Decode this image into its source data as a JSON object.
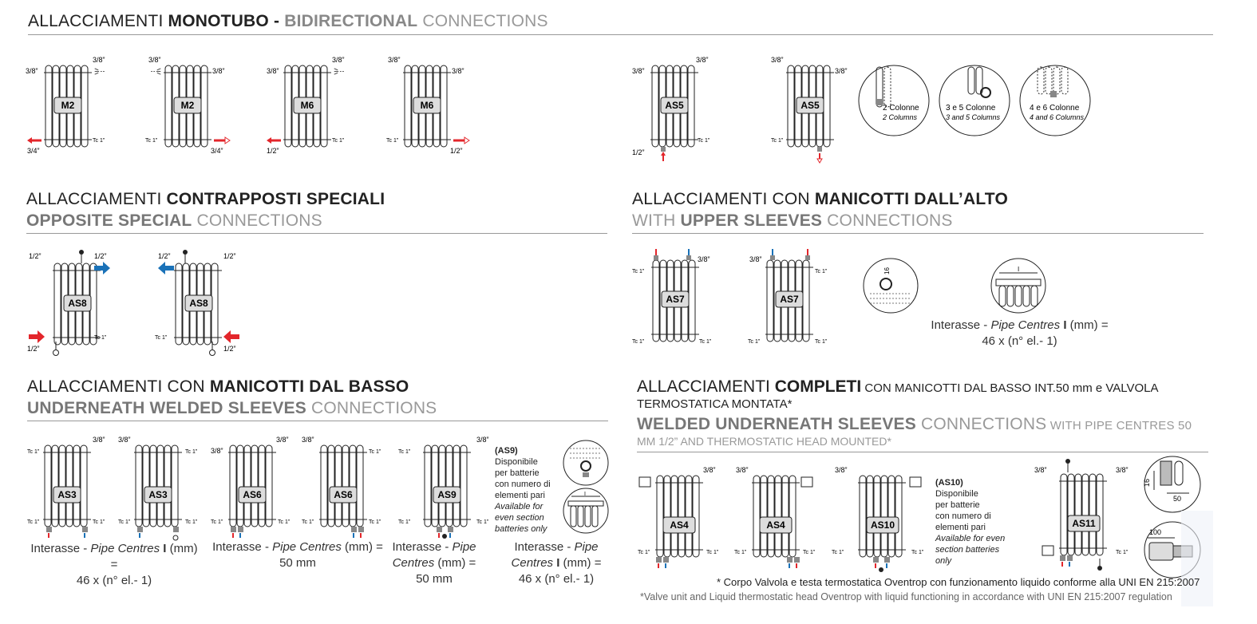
{
  "sec_monotubo": {
    "t1": "ALLACCIAMENTI ",
    "t2": "MONOTUBO - ",
    "t3": "BIDIRECTIONAL",
    "t4": " CONNECTIONS"
  },
  "sec_contrapposti": {
    "l1a": "ALLACCIAMENTI ",
    "l1b": "CONTRAPPOSTI SPECIALI",
    "l2a": "OPPOSITE SPECIAL",
    "l2b": " CONNECTIONS"
  },
  "sec_alto": {
    "l1a": "ALLACCIAMENTI CON ",
    "l1b": "MANICOTTI DALL’ALTO",
    "l2a": "WITH ",
    "l2b": "UPPER SLEEVES",
    "l2c": " CONNECTIONS"
  },
  "sec_basso": {
    "l1a": "ALLACCIAMENTI CON ",
    "l1b": "MANICOTTI DAL BASSO",
    "l2a": "UNDERNEATH WELDED SLEEVES",
    "l2b": " CONNECTIONS"
  },
  "sec_completi": {
    "l1a": "ALLACCIAMENTI ",
    "l1b": "COMPLETI",
    "l1c": " CON MANICOTTI DAL BASSO INT.50 mm e VALVOLA",
    "l1d": "TERMOSTATICA MONTATA*",
    "l2a": "WELDED UNDERNEATH SLEEVES",
    "l2b": " CONNECTIONS",
    "l2c": " WITH PIPE CENTRES 50",
    "l2d": "MM 1/2” AND THERMOSTATIC HEAD MOUNTED*"
  },
  "labels": {
    "m2": "M2",
    "m6": "M6",
    "as5": "AS5",
    "as8": "AS8",
    "as7": "AS7",
    "as3": "AS3",
    "as6": "AS6",
    "as9": "AS9",
    "as4": "AS4",
    "as10": "AS10",
    "as11": "AS11",
    "d38": "3/8”",
    "d34": "3/4”",
    "d12": "1/2”",
    "tc1": "Tc 1”"
  },
  "columns": {
    "c2_it": "2 Colonne",
    "c2_en": "2 Columns",
    "c35_it": "3 e 5 Colonne",
    "c35_en": "3 and 5 Columns",
    "c46_it": "4 e 6 Colonne",
    "c46_en": "4 and 6 Columns"
  },
  "formulas": {
    "alto_1a": "Interasse - ",
    "alto_1b": "Pipe Centres ",
    "alto_1c": "I",
    "alto_1d": " (mm) =",
    "alto_2": "46 x (n° el.- 1)",
    "as3_1a": "Interasse - ",
    "as3_1b": "Pipe Centres ",
    "as3_1c": "I",
    "as3_1d": " (mm) =",
    "as3_2": "46 x (n° el.- 1)",
    "as6_1a": "Interasse - ",
    "as6_1b": "Pipe Centres",
    "as6_1c": " (mm) =",
    "as6_2": "50 mm",
    "as9_1a": "Interasse - ",
    "as9_1b": "Pipe",
    "as9_2": "Centres",
    "as9_2b": " (mm) =",
    "as9_3": "50 mm",
    "as9r_1a": "Interasse - ",
    "as9r_1b": "Pipe",
    "as9r_2": "Centres ",
    "as9r_2b": "I",
    "as9r_2c": " (mm) =",
    "as9r_3": "46 x (n° el.- 1)"
  },
  "notes": {
    "as9_head": "(AS9)",
    "as9_l1": "Disponibile",
    "as9_l2": "per batterie",
    "as9_l3": "con numero di",
    "as9_l4": "elementi pari",
    "as9_l5": "Available for",
    "as9_l6": "even section",
    "as9_l7": "batteries only",
    "as10_head": "(AS10)",
    "as10_l1": "Disponibile",
    "as10_l2": "per batterie",
    "as10_l3": "con numero di",
    "as10_l4": "elementi pari",
    "as10_l5": "Available for even",
    "as10_l6": "section batteries",
    "as10_l7": "only"
  },
  "dims": {
    "d16": "16",
    "d50": "50",
    "d100": "100",
    "dI": "I"
  },
  "footnotes": {
    "it": "* Corpo Valvola e testa termostatica Oventrop con funzionamento liquido conforme alla UNI EN 215:2007",
    "en": "*Valve unit and Liquid thermostatic head Oventrop with liquid functioning in accordance with UNI EN 215:2007 regulation"
  },
  "colors": {
    "red": "#e3262b",
    "blue": "#1a72b8",
    "line": "#222222",
    "muted": "#999999"
  }
}
